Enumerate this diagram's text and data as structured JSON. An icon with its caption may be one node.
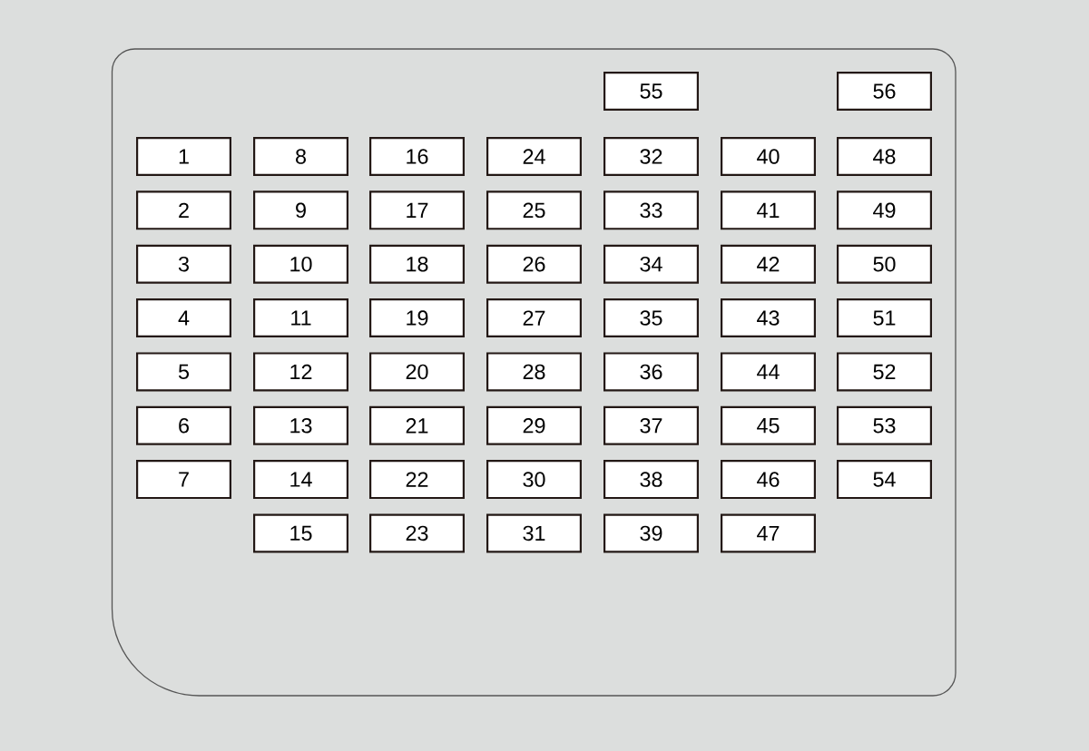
{
  "diagram": {
    "nodes": [
      {
        "text": [],
        "shape": "box"
      },
      {
        "text": [
          "1"
        ],
        "in": 0
      },
      {
        "text": [
          "2"
        ],
        "in": 0
      },
      {
        "text": [
          "3"
        ],
        "in": 0
      },
      {
        "text": [
          "4"
        ],
        "in": 0
      },
      {
        "text": [
          "5"
        ],
        "in": 0
      },
      {
        "text": [
          "6"
        ],
        "in": 0
      },
      {
        "text": [
          "7"
        ],
        "in": 0
      },
      {
        "text": [
          "8"
        ],
        "in": 0
      },
      {
        "text": [
          "9"
        ],
        "in": 0
      },
      {
        "text": [
          "10"
        ],
        "in": 0
      },
      {
        "text": [
          "11"
        ],
        "in": 0
      },
      {
        "text": [
          "12"
        ],
        "in": 0
      },
      {
        "text": [
          "13"
        ],
        "in": 0
      },
      {
        "text": [
          "14"
        ],
        "in": 0
      },
      {
        "text": [
          "15"
        ],
        "in": 0
      },
      {
        "text": [
          "16"
        ],
        "in": 0
      },
      {
        "text": [
          "17"
        ],
        "in": 0
      },
      {
        "text": [
          "18"
        ],
        "in": 0
      },
      {
        "text": [
          "19"
        ],
        "in": 0
      },
      {
        "text": [
          "20"
        ],
        "in": 0
      },
      {
        "text": [
          "21"
        ],
        "in": 0
      },
      {
        "text": [
          "22"
        ],
        "in": 0
      },
      {
        "text": [
          "23"
        ],
        "in": 0
      },
      {
        "text": [
          "24"
        ],
        "in": 0
      },
      {
        "text": [
          "25"
        ],
        "in": 0
      },
      {
        "text": [
          "26"
        ],
        "in": 0
      },
      {
        "text": [
          "27"
        ],
        "in": 0
      },
      {
        "text": [
          "28"
        ],
        "in": 0
      },
      {
        "text": [
          "29"
        ],
        "in": 0
      },
      {
        "text": [
          "30"
        ],
        "in": 0
      },
      {
        "text": [
          "31"
        ],
        "in": 0
      },
      {
        "text": [
          "32"
        ],
        "in": 0
      },
      {
        "text": [
          "33"
        ],
        "in": 0
      },
      {
        "text": [
          "34"
        ],
        "in": 0
      },
      {
        "text": [
          "35"
        ],
        "in": 0
      },
      {
        "text": [
          "36"
        ],
        "in": 0
      },
      {
        "text": [
          "37"
        ],
        "in": 0
      },
      {
        "text": [
          "38"
        ],
        "in": 0
      },
      {
        "text": [
          "39"
        ],
        "in": 0
      },
      {
        "text": [
          "40"
        ],
        "in": 0
      },
      {
        "text": [
          "41"
        ],
        "in": 0
      },
      {
        "text": [
          "42"
        ],
        "in": 0
      },
      {
        "text": [
          "43"
        ],
        "in": 0
      },
      {
        "text": [
          "44"
        ],
        "in": 0
      },
      {
        "text": [
          "45"
        ],
        "in": 0
      },
      {
        "text": [
          "46"
        ],
        "in": 0
      },
      {
        "text": [
          "47"
        ],
        "in": 0
      },
      {
        "text": [
          "48"
        ],
        "in": 0
      },
      {
        "text": [
          "49"
        ],
        "in": 0
      },
      {
        "text": [
          "50"
        ],
        "in": 0
      },
      {
        "text": [
          "51"
        ],
        "in": 0
      },
      {
        "text": [
          "52"
        ],
        "in": 0
      },
      {
        "text": [
          "53"
        ],
        "in": 0
      },
      {
        "text": [
          "54"
        ],
        "in": 0
      },
      {
        "text": [
          "55"
        ],
        "in": 0
      },
      {
        "text": [
          "56"
        ],
        "in": 0
      }
    ]
  }
}
